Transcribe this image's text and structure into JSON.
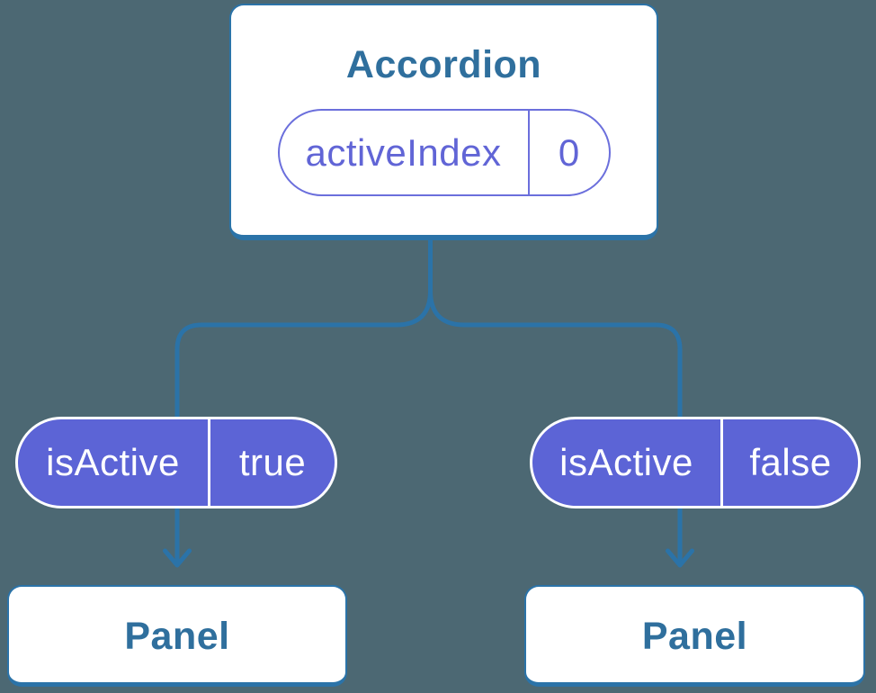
{
  "colors": {
    "background": "#4C6873",
    "line_blue": "#2B73A8",
    "node_text_blue": "#2F6F9D",
    "pill_purple_fill": "#5C64D6",
    "pill_purple_outline": "#6B6FDC",
    "pill_purple_text": "#6165D6",
    "card_fill": "#FFFFFF",
    "prop_pill_text": "#FFFFFF"
  },
  "tree": {
    "root": {
      "title": "Accordion",
      "state": {
        "name": "activeIndex",
        "value": "0"
      }
    },
    "children": [
      {
        "prop_name": "isActive",
        "prop_value": "true",
        "title": "Panel"
      },
      {
        "prop_name": "isActive",
        "prop_value": "false",
        "title": "Panel"
      }
    ]
  }
}
